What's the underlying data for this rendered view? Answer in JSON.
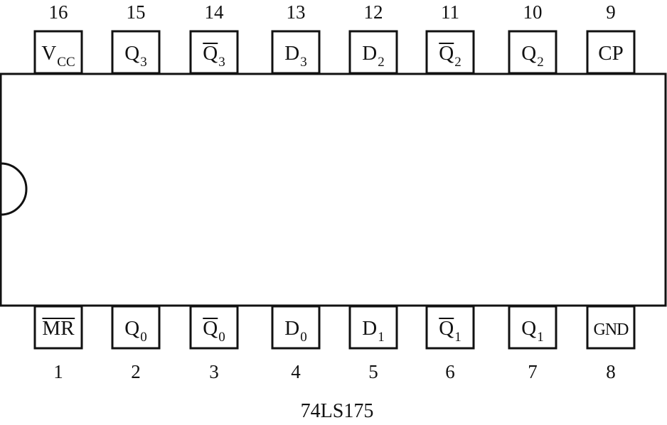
{
  "chip_name": "74LS175",
  "top_pins": [
    {
      "number": "16",
      "label": "V",
      "sub": "CC",
      "bar": false
    },
    {
      "number": "15",
      "label": "Q",
      "sub": "3",
      "bar": false
    },
    {
      "number": "14",
      "label": "Q",
      "sub": "3",
      "bar": true
    },
    {
      "number": "13",
      "label": "D",
      "sub": "3",
      "bar": false
    },
    {
      "number": "12",
      "label": "D",
      "sub": "2",
      "bar": false
    },
    {
      "number": "11",
      "label": "Q",
      "sub": "2",
      "bar": true
    },
    {
      "number": "10",
      "label": "Q",
      "sub": "2",
      "bar": false
    },
    {
      "number": "9",
      "label": "CP",
      "sub": "",
      "bar": false
    }
  ],
  "bottom_pins": [
    {
      "number": "1",
      "label": "MR",
      "sub": "",
      "bar": true
    },
    {
      "number": "2",
      "label": "Q",
      "sub": "0",
      "bar": false
    },
    {
      "number": "3",
      "label": "Q",
      "sub": "0",
      "bar": true
    },
    {
      "number": "4",
      "label": "D",
      "sub": "0",
      "bar": false
    },
    {
      "number": "5",
      "label": "D",
      "sub": "1",
      "bar": false
    },
    {
      "number": "6",
      "label": "Q",
      "sub": "1",
      "bar": true
    },
    {
      "number": "7",
      "label": "Q",
      "sub": "1",
      "bar": false
    },
    {
      "number": "8",
      "label": "GND",
      "sub": "",
      "bar": false
    }
  ]
}
